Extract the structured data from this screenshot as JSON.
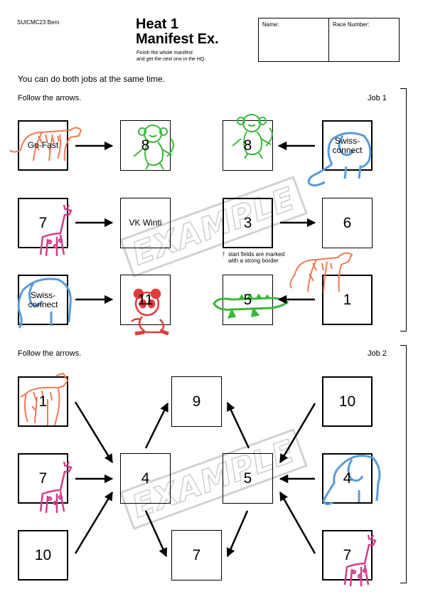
{
  "header": {
    "event": "SUICMC23 Bern",
    "title_line1": "Heat 1",
    "title_line2": "Manifest Ex.",
    "sub_line1": "Finish the whole manifest",
    "sub_line2": "and get the next one in the HQ.",
    "name_label": "Name:",
    "race_number_label": "Race Number:"
  },
  "intro": "You can do both jobs at the same time.",
  "job1": {
    "instruction": "Follow the arrows.",
    "label": "Job 1",
    "boxes": {
      "r1c1": "Go-Fast",
      "r1c2": "8",
      "r1c3": "8",
      "r1c4_line1": "Swiss-",
      "r1c4_line2": "connect",
      "r2c1": "7",
      "r2c2": "VK Winti",
      "r2c3": "3",
      "r2c4": "6",
      "r3c1_line1": "Swiss-",
      "r3c1_line2": "connect",
      "r3c2": "11",
      "r3c3": "5",
      "r3c4": "1"
    },
    "note_line1": "start fields are marked",
    "note_line2": "with a strong border",
    "note_arrow": "↑"
  },
  "job2": {
    "instruction": "Follow the arrows.",
    "label": "Job 2",
    "boxes": {
      "l1": "1",
      "l2": "7",
      "l3": "10",
      "top": "9",
      "c4": "4",
      "c5": "5",
      "bottom": "7",
      "r1": "10",
      "r2": "4",
      "r3": "7"
    }
  },
  "watermark": "EXAMPLE",
  "art_colors": {
    "tiger": "#f07a52",
    "monkey": "#3cb83c",
    "elephant": "#5a9bd8",
    "giraffe": "#d23c8c",
    "panda": "#e23c3c",
    "croc": "#3cb83c"
  }
}
